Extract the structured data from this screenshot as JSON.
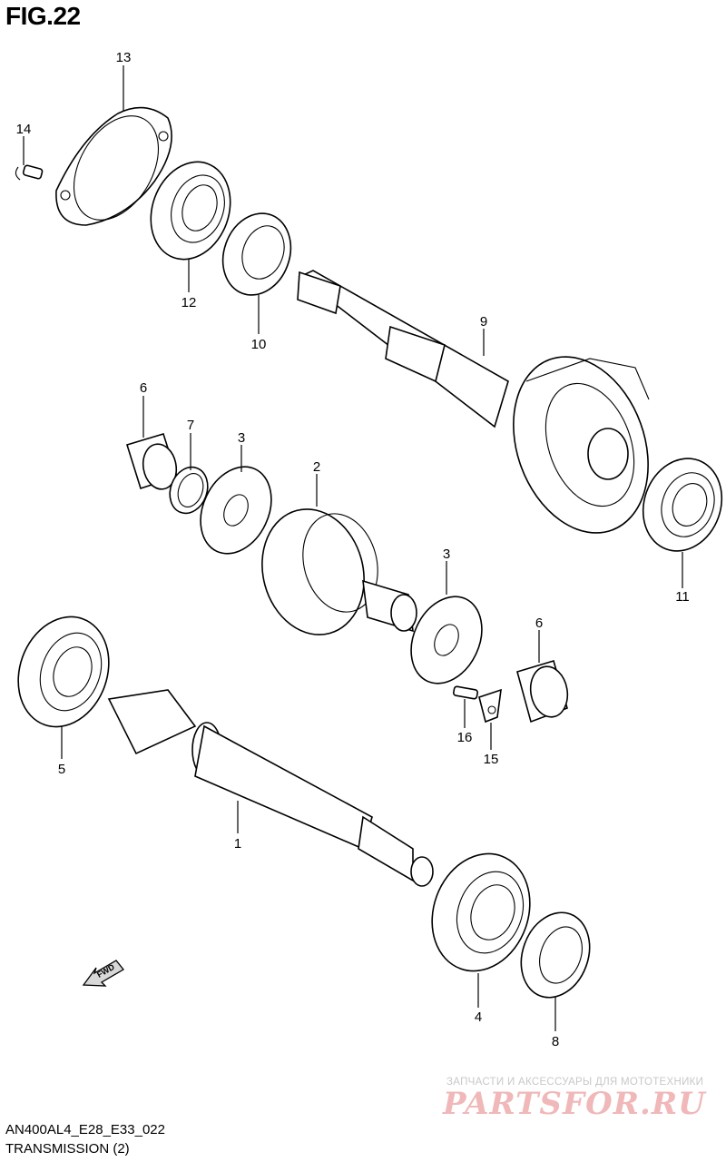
{
  "figure": {
    "title": "FIG.22",
    "model_code": "AN400AL4_E28_E33_022",
    "subtitle": "TRANSMISSION (2)"
  },
  "callouts": [
    "13",
    "14",
    "12",
    "10",
    "9",
    "6",
    "7",
    "3",
    "2",
    "3",
    "11",
    "6",
    "5",
    "16",
    "15",
    "1",
    "4",
    "8"
  ],
  "fwd_arrow_label": "FWD",
  "watermark": {
    "tagline": "ЗАПЧАСТИ И АКСЕССУАРЫ ДЛЯ МОТОТЕХНИКИ",
    "logo": "PARTSFOR.RU"
  }
}
